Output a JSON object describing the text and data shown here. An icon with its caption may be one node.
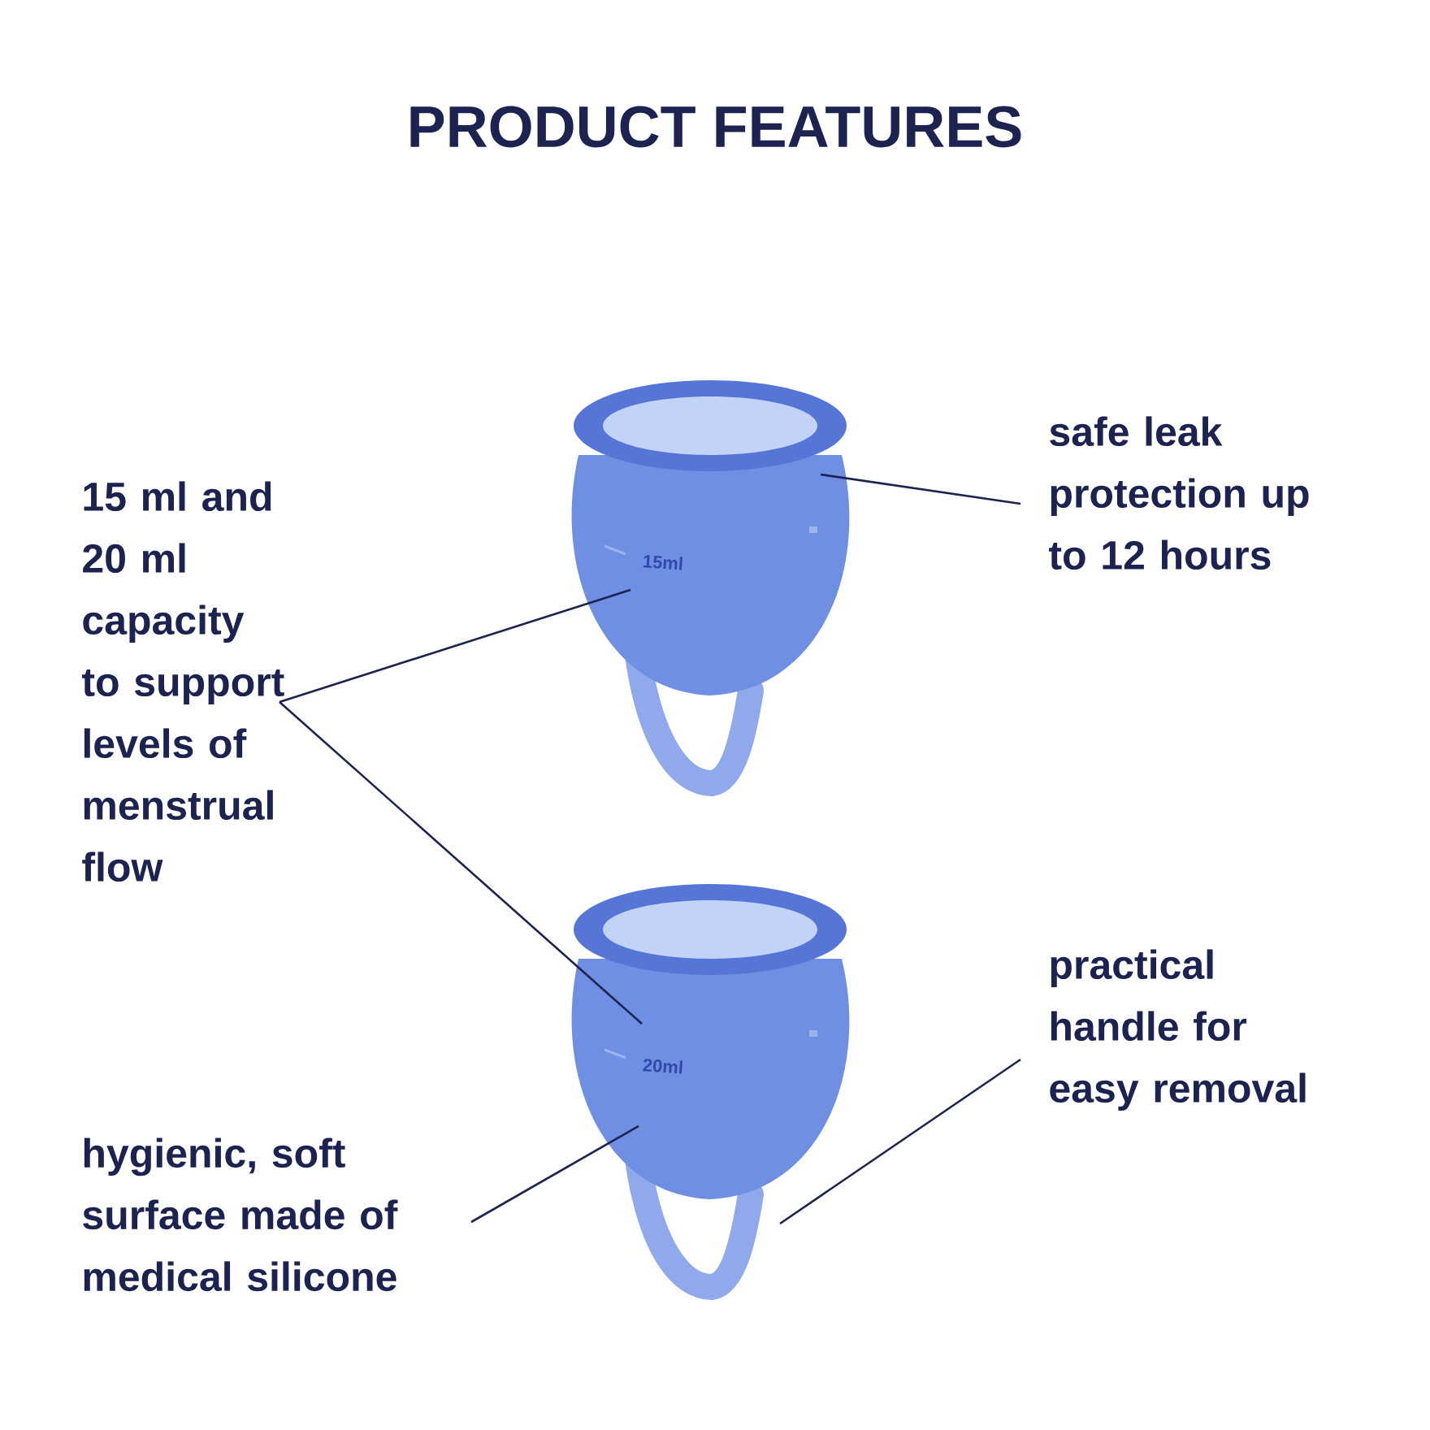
{
  "diagram": {
    "title": "PRODUCT FEATURES",
    "nodes": [
      {
        "text": [],
        "shape": "picture"
      },
      {
        "text": [],
        "shape": "picture"
      },
      {
        "text": [
          "safe leak protection up to 12 hours"
        ]
      },
      {
        "text": [
          "15 ml and 20 ml capacity to support levels of menstrual flow"
        ]
      },
      {
        "text": [
          "practical handle for easy removal"
        ]
      },
      {
        "text": [
          "hygienic, soft surface made of medical silicone"
        ]
      }
    ],
    "edges": [
      {
        "from": 2,
        "to": 0,
        "arrow": "none"
      },
      {
        "from": 3,
        "to": 0,
        "arrow": "none"
      },
      {
        "from": 3,
        "to": 1,
        "arrow": "none"
      },
      {
        "from": 4,
        "to": 1,
        "arrow": "none"
      },
      {
        "from": 5,
        "to": 1,
        "arrow": "none"
      }
    ],
    "labels": [
      "15ml",
      "20ml"
    ]
  }
}
